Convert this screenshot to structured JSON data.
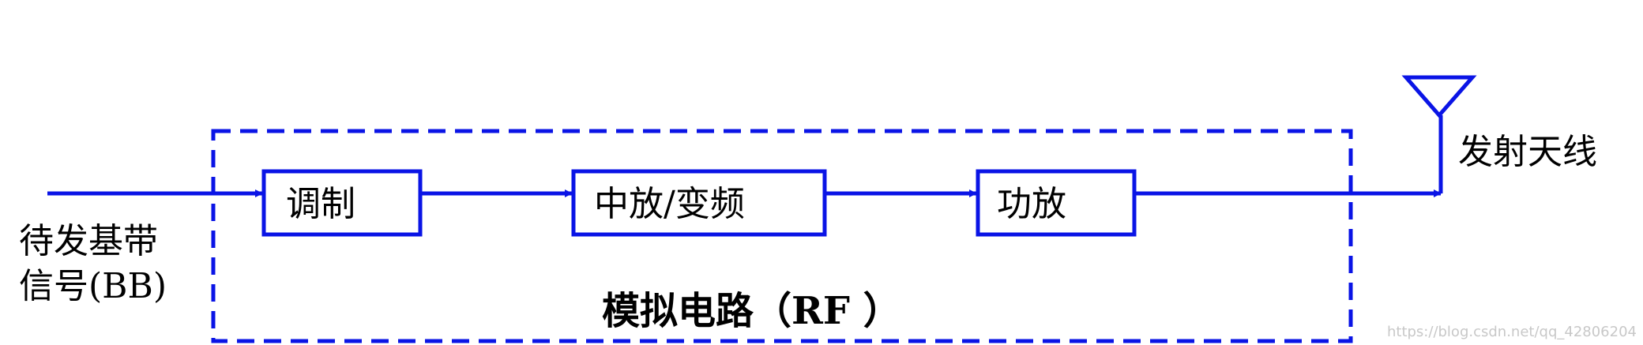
{
  "colors": {
    "line": "#0a14e6",
    "text": "#000000",
    "watermark": "#c8c8c8"
  },
  "input": {
    "line1": "待发基带",
    "line2": "信号(BB)"
  },
  "blocks": [
    {
      "label": "调制"
    },
    {
      "label": "中放/变频"
    },
    {
      "label": "功放"
    }
  ],
  "antenna": {
    "label": "发射天线",
    "icon": "antenna-icon"
  },
  "region": {
    "label": "模拟电路（RF ）"
  },
  "watermark": "https://blog.csdn.net/qq_42806204"
}
